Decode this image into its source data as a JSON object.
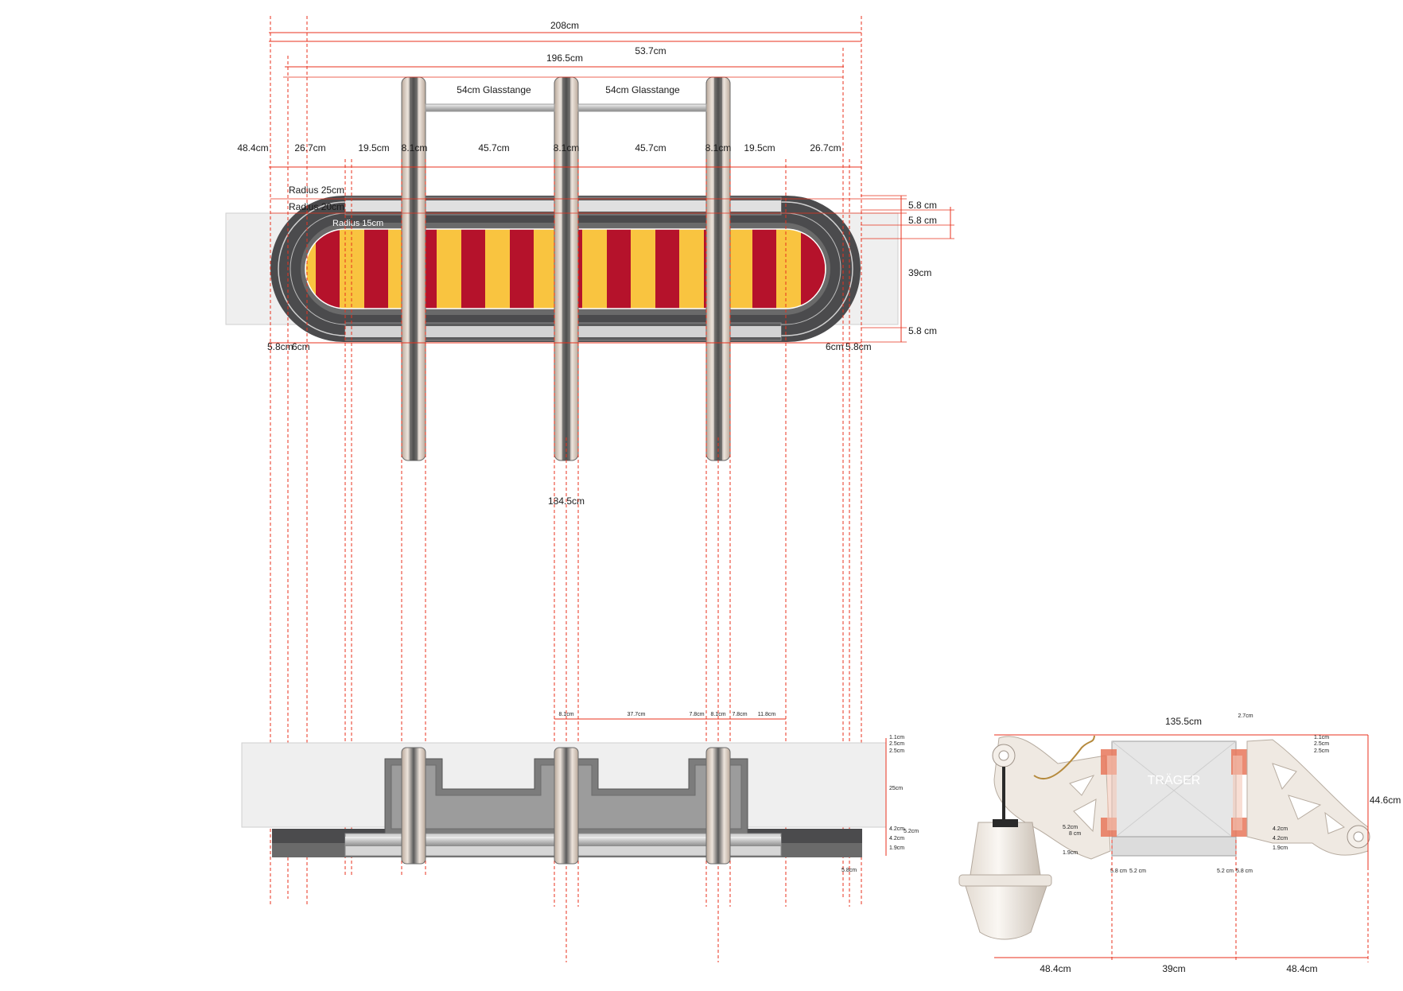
{
  "colors": {
    "dimension": "#e8321e",
    "track_dark": "#4b4b4d",
    "stripe_red": "#b5122b",
    "stripe_yellow": "#f9c440"
  },
  "top_view": {
    "overall_width": "208cm",
    "width_inner": "196.5cm",
    "top_right": "53.7cm",
    "glass_bar_1": "54cm Glasstange",
    "glass_bar_2": "54cm Glasstange",
    "segments": [
      "48.4cm",
      "26.7cm",
      "19.5cm",
      "8.1cm",
      "45.7cm",
      "8.1cm",
      "45.7cm",
      "8.1cm",
      "19.5cm",
      "26.7cm"
    ],
    "radius_outer": "Radius 25cm",
    "radius_mid": "Radius 20cm",
    "radius_inner": "Radius 15cm",
    "right_dims": [
      "5.8 cm",
      "5.8 cm",
      "39cm",
      "5.8 cm"
    ],
    "bottom_left": [
      "5.8cm",
      "6cm"
    ],
    "bottom_right": [
      "6cm",
      "5.8cm"
    ],
    "center_depth": "184.5cm"
  },
  "front_view": {
    "top_dims": [
      "8.1cm",
      "37.7cm",
      "7.8cm",
      "8.1cm",
      "7.8cm",
      "11.8cm"
    ],
    "right_dims": [
      "1.1cm",
      "2.5cm",
      "2.5cm",
      "25cm",
      "4.2cm",
      "5.2cm",
      "4.2cm",
      "1.9cm",
      "5.8cm"
    ]
  },
  "side_view": {
    "top_width": "135.5cm",
    "top_small": "2.7cm",
    "right_dims": [
      "1.1cm",
      "2.5cm",
      "2.5cm",
      "4.2cm",
      "4.2cm",
      "1.9cm"
    ],
    "height": "44.6cm",
    "left_dims": [
      "5.2cm",
      "8 cm",
      "1.9cm"
    ],
    "bottom_small": [
      "5.8 cm",
      "5.2 cm",
      "5.2 cm",
      "5.8 cm"
    ],
    "bottom": [
      "48.4cm",
      "39cm",
      "48.4cm"
    ],
    "box_label": "TRÄGER"
  }
}
